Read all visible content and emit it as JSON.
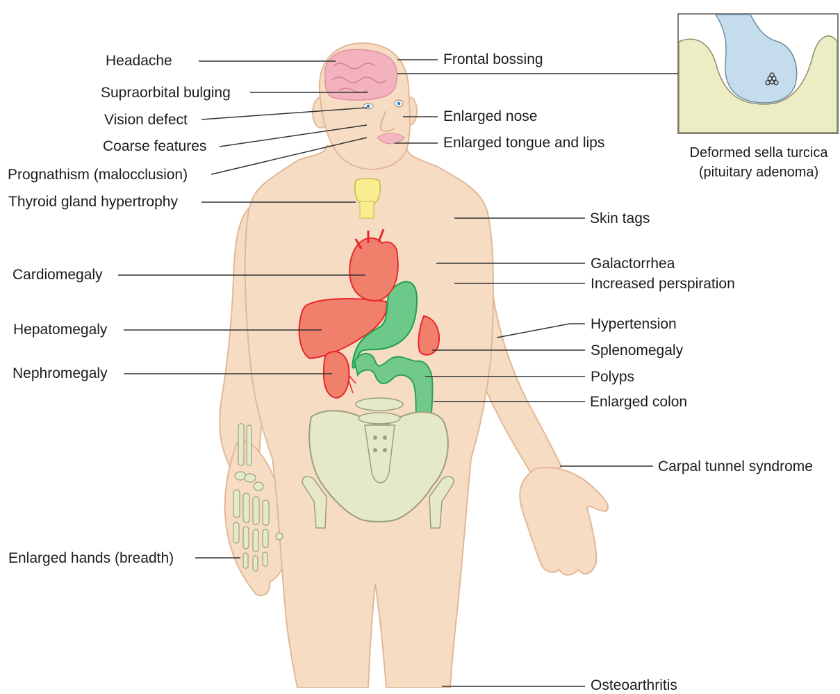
{
  "labels_left": {
    "headache": "Headache",
    "supraorbital": "Supraorbital bulging",
    "vision": "Vision defect",
    "coarse": "Coarse features",
    "prognathism": "Prognathism (malocclusion)",
    "thyroid": "Thyroid gland hypertrophy",
    "cardiomegaly": "Cardiomegaly",
    "hepatomegaly": "Hepatomegaly",
    "nephromegaly": "Nephromegaly",
    "hands": "Enlarged hands (breadth)"
  },
  "labels_right": {
    "frontal": "Frontal bossing",
    "nose": "Enlarged nose",
    "tongue": "Enlarged tongue and lips",
    "skin_tags": "Skin tags",
    "galactorrhea": "Galactorrhea",
    "perspiration": "Increased perspiration",
    "hypertension": "Hypertension",
    "splenomegaly": "Splenomegaly",
    "polyps": "Polyps",
    "colon": "Enlarged colon",
    "carpal": "Carpal tunnel syndrome",
    "osteoarthritis": "Osteoarthritis"
  },
  "inset": {
    "caption_line1": "Deformed sella turcica",
    "caption_line2": "(pituitary adenoma)"
  },
  "colors": {
    "skin": "#f7dcc4",
    "skin_outline": "#e2b896",
    "brain": "#f2b3bf",
    "organ_red": "#f0806c",
    "organ_outline": "#e8262a",
    "gut_green": "#6cc98a",
    "gut_outline": "#1ea04a",
    "bone": "#e6e9c9",
    "bone_outline": "#9aa07a",
    "thyroid": "#f8ee90",
    "pituitary": "#c5dced",
    "line": "#333333"
  }
}
